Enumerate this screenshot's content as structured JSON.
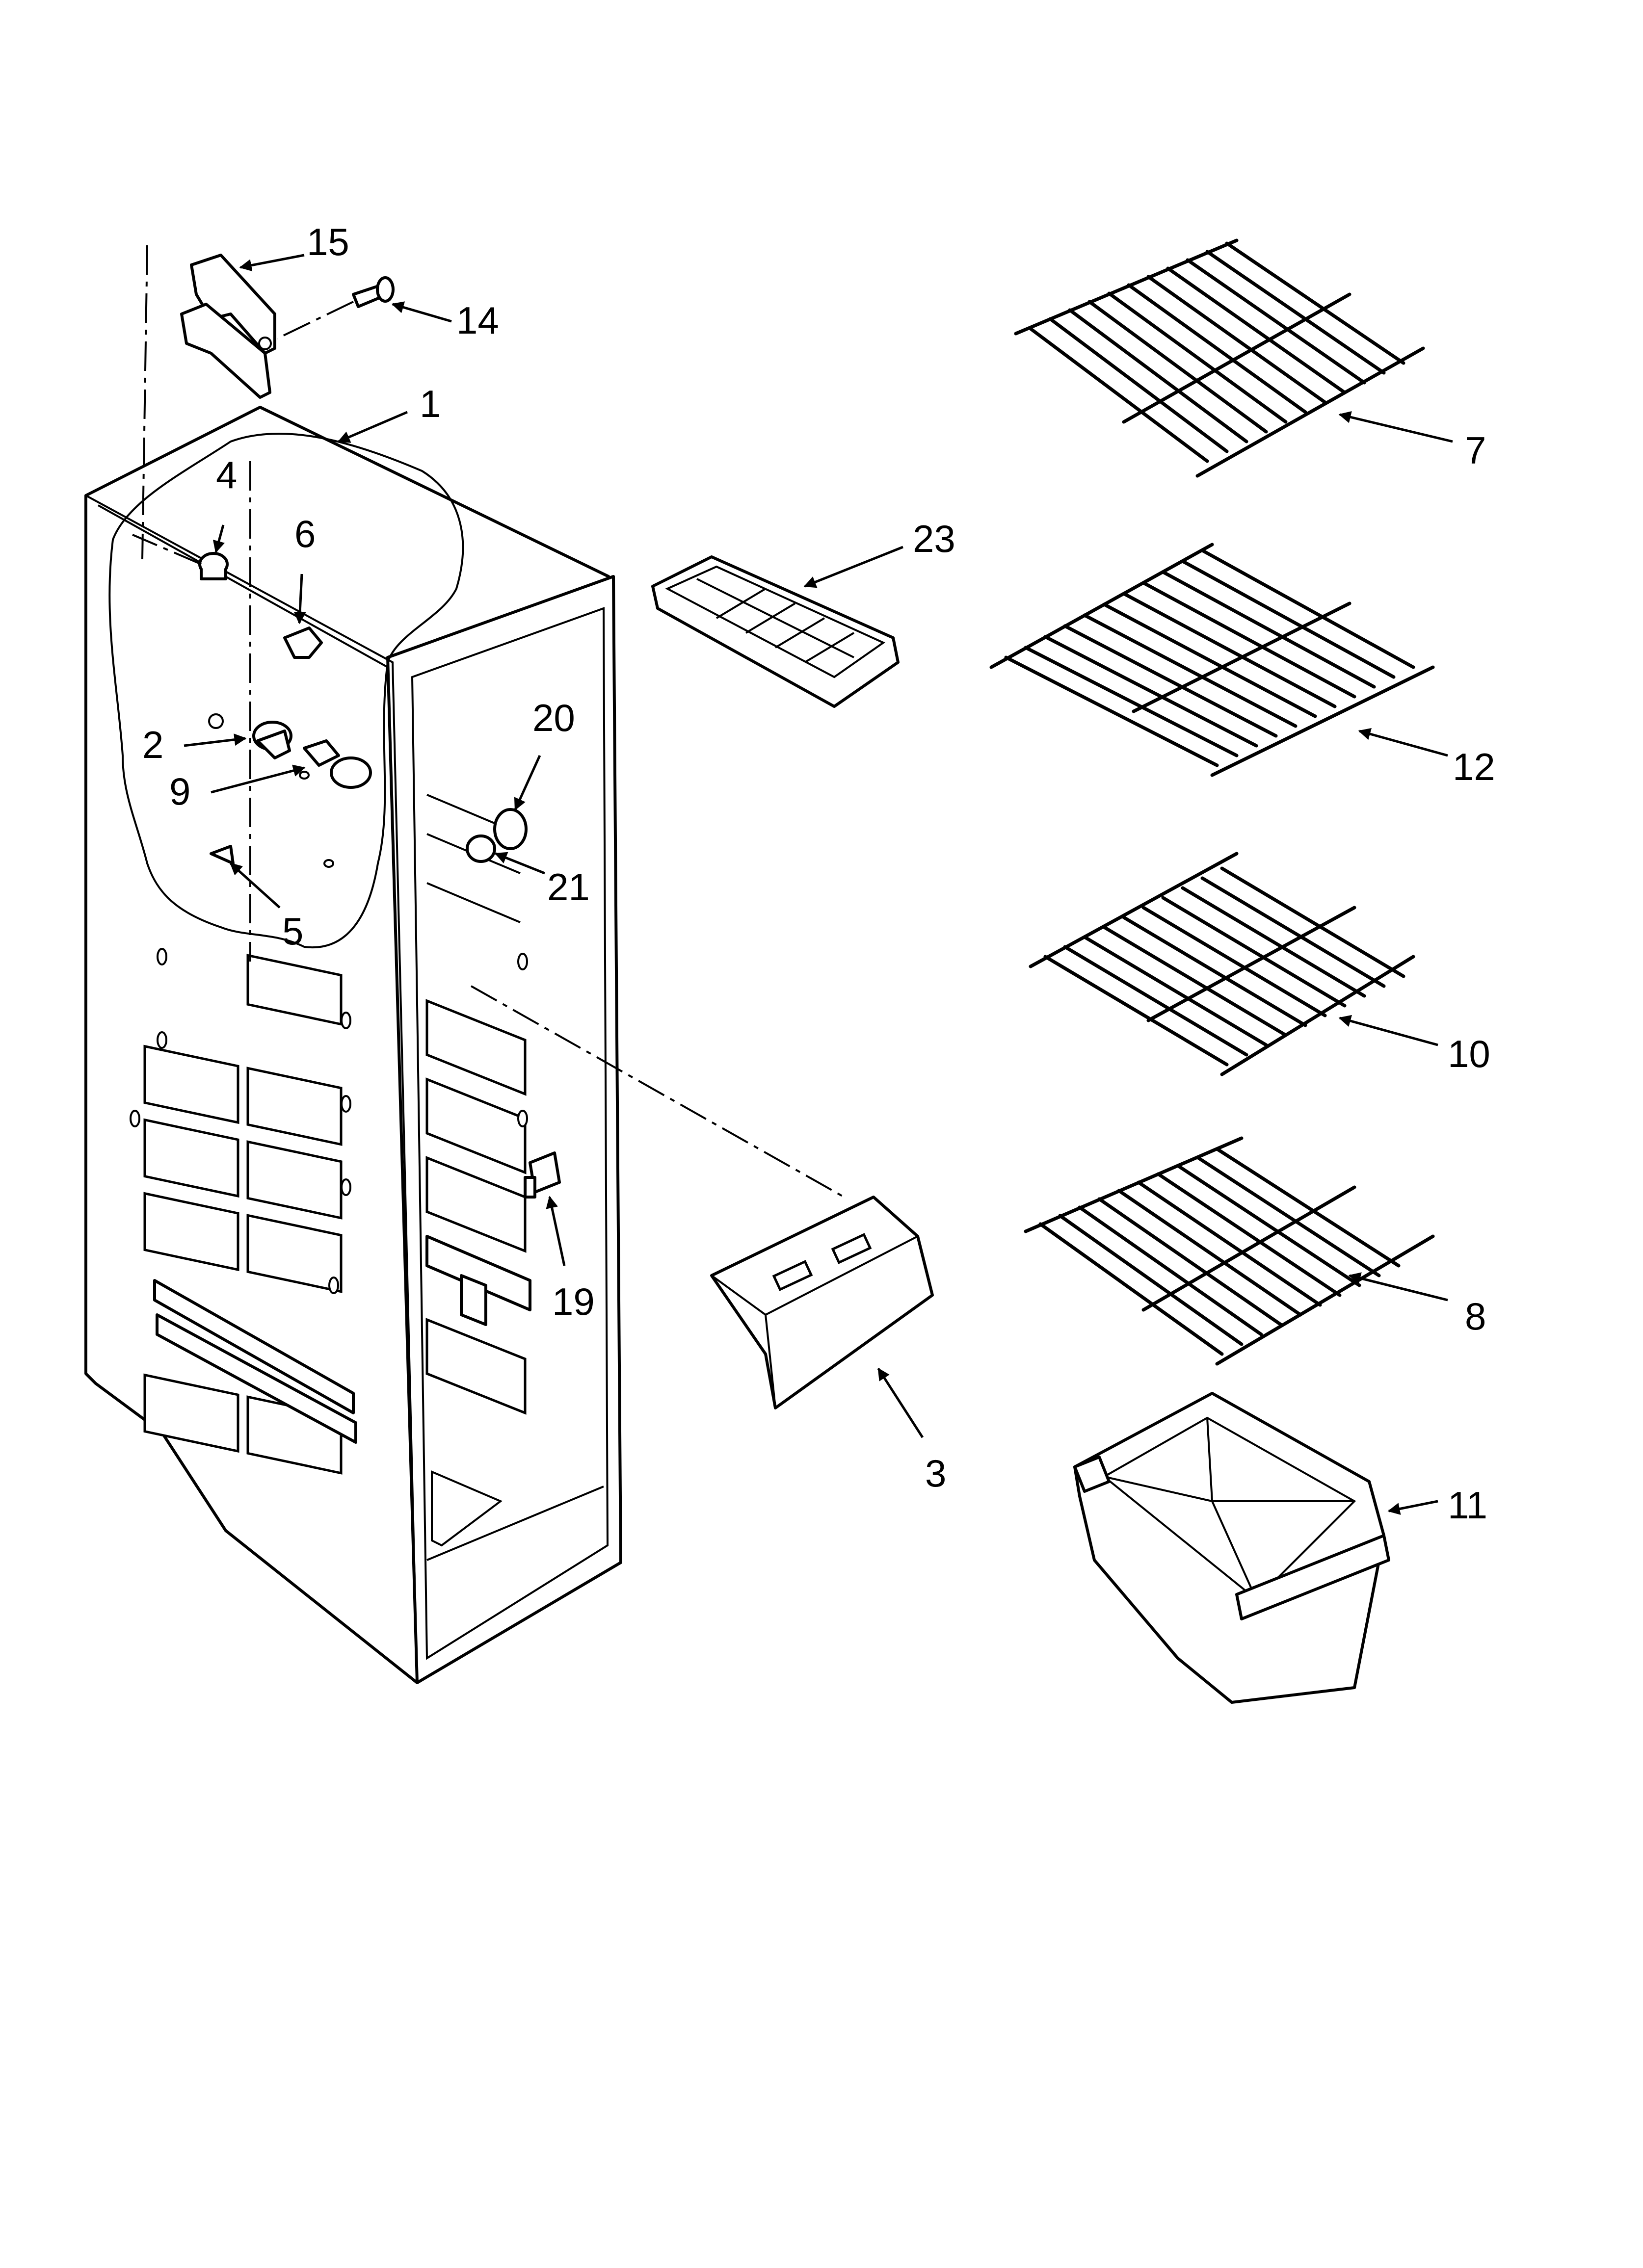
{
  "callouts": [
    {
      "id": "c1",
      "label": "1"
    },
    {
      "id": "c2",
      "label": "2"
    },
    {
      "id": "c3",
      "label": "3"
    },
    {
      "id": "c4",
      "label": "4"
    },
    {
      "id": "c5",
      "label": "5"
    },
    {
      "id": "c6",
      "label": "6"
    },
    {
      "id": "c7",
      "label": "7"
    },
    {
      "id": "c8",
      "label": "8"
    },
    {
      "id": "c9",
      "label": "9"
    },
    {
      "id": "c10",
      "label": "10"
    },
    {
      "id": "c11",
      "label": "11"
    },
    {
      "id": "c12",
      "label": "12"
    },
    {
      "id": "c14",
      "label": "14"
    },
    {
      "id": "c15",
      "label": "15"
    },
    {
      "id": "c19",
      "label": "19"
    },
    {
      "id": "c20",
      "label": "20"
    },
    {
      "id": "c21",
      "label": "21"
    },
    {
      "id": "c23",
      "label": "23"
    }
  ]
}
